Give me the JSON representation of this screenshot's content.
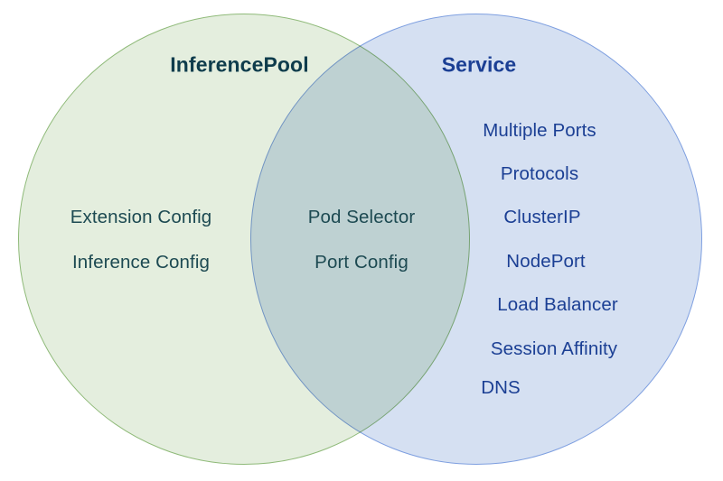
{
  "diagram": {
    "type": "venn",
    "background_color": "#ffffff",
    "sets": [
      {
        "id": "inferencepool",
        "title": "InferencePool",
        "title_color": "#0e3c4c",
        "fill_color": "#e4eede",
        "stroke_color": "#8fba79",
        "text_color": "#1d4a52",
        "items": [
          "Extension Config",
          "Inference Config"
        ]
      },
      {
        "id": "service",
        "title": "Service",
        "title_color": "#1b3f94",
        "fill_color": "#d5e0f2",
        "stroke_color": "#7e9fe0",
        "text_color": "#1b3f94",
        "items": [
          "Multiple Ports",
          "Protocols",
          "ClusterIP",
          "NodePort",
          "Load Balancer",
          "Session Affinity",
          "DNS"
        ]
      }
    ],
    "intersection": {
      "id": "shared",
      "fill_color": "#d6e3dc",
      "text_color": "#1d4a52",
      "items": [
        "Pod Selector",
        "Port Config"
      ]
    }
  }
}
